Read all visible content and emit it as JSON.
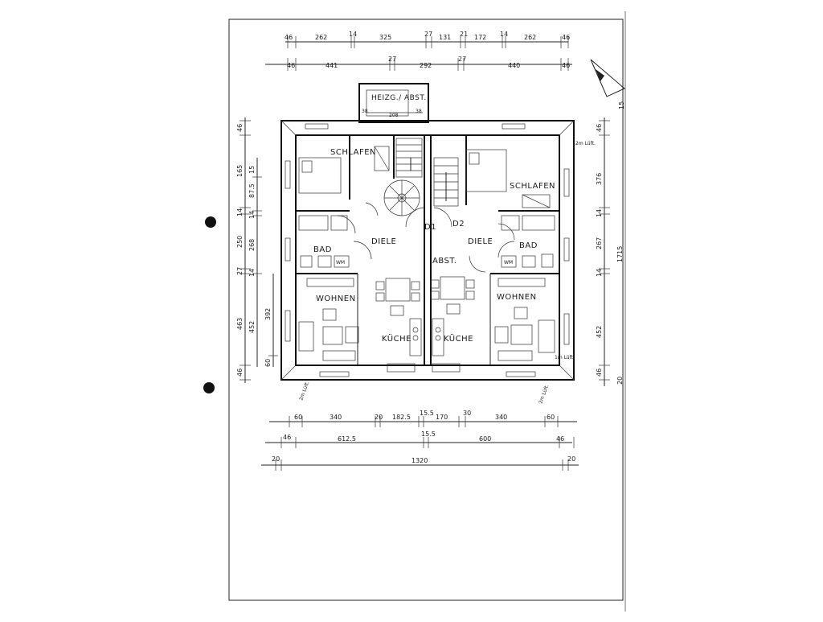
{
  "diagram": {
    "rooms": {
      "heating": "HEIZG./ ABST.",
      "bedroom_left": "SCHLAFEN",
      "bedroom_right": "SCHLAFEN",
      "bath_left": "BAD",
      "bath_right": "BAD",
      "hall_left": "DIELE",
      "hall_right": "DIELE",
      "door_1": "D1",
      "door_2": "D2",
      "storage": "ABST.",
      "living_left": "WOHNEN",
      "living_right": "WOHNEN",
      "kitchen_left": "KÜCHE",
      "kitchen_right": "KÜCHE",
      "washer_left": "WM",
      "washer_right": "WM"
    },
    "dims_top_row1": [
      "46",
      "262",
      "14",
      "325",
      "27",
      "131",
      "21",
      "172",
      "14",
      "262",
      "46"
    ],
    "dims_top_row2": [
      "46",
      "441",
      "27",
      "292",
      "27",
      "440",
      "46"
    ],
    "heating_dims": [
      "38",
      "208",
      "38"
    ],
    "dims_left_outer": [
      "46",
      "165",
      "14",
      "250",
      "27",
      "463",
      "46"
    ],
    "dims_left_inner": [
      "15",
      "87.5",
      "14",
      "268",
      "14",
      "452",
      "392",
      "60"
    ],
    "dims_right": [
      "46",
      "376",
      "14",
      "267",
      "14",
      "452",
      "46"
    ],
    "dims_right_extra": [
      "1715",
      "20"
    ],
    "dims_bottom_row1": [
      "60",
      "340",
      "20",
      "182.5",
      "15.5",
      "170",
      "30",
      "340",
      "60"
    ],
    "dims_bottom_row2": [
      "46",
      "612.5",
      "15.5",
      "600",
      "46"
    ],
    "dims_bottom_row3": [
      "20",
      "1320",
      "20"
    ],
    "annotations": {
      "top_right_window": "2m Lüft.",
      "right_window": "1m Lüft.",
      "bottom_left_window": "2m Lüft.",
      "bottom_right_window": "2m Lüft.",
      "top_right_small": "15"
    }
  }
}
